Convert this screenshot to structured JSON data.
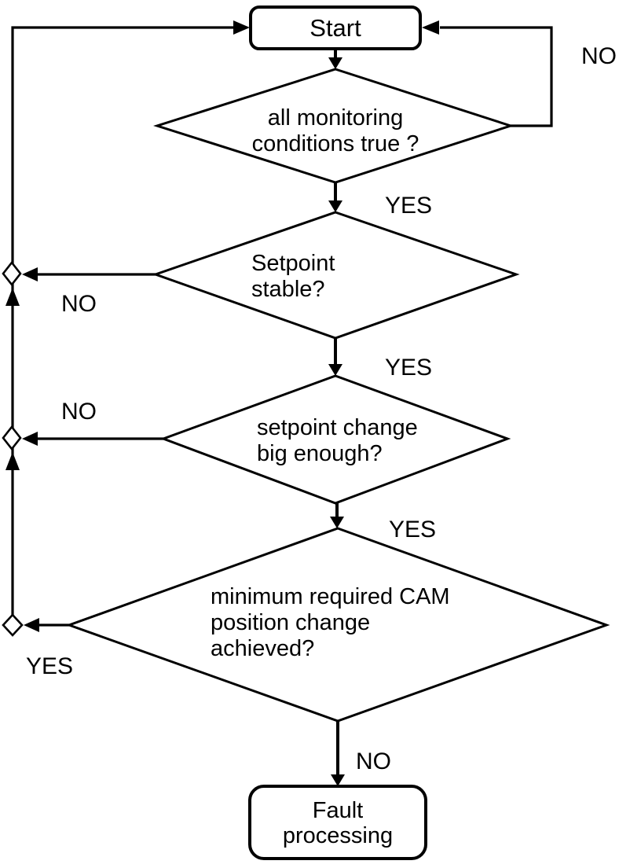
{
  "diagram": {
    "nodes": {
      "start": {
        "label": "Start"
      },
      "monitoring": {
        "line1": "all monitoring",
        "line2": "conditions true ?"
      },
      "setpoint_stable": {
        "line1": "Setpoint",
        "line2": "stable?"
      },
      "setpoint_change": {
        "line1": "setpoint change",
        "line2": "big enough?"
      },
      "cam_position": {
        "line1": "minimum required CAM",
        "line2": "position change",
        "line3": "achieved?"
      },
      "fault": {
        "line1": "Fault",
        "line2": "processing"
      }
    },
    "edge_labels": {
      "monitoring_no": "NO",
      "monitoring_yes": "YES",
      "stable_no": "NO",
      "stable_yes": "YES",
      "change_no": "NO",
      "change_yes": "YES",
      "cam_yes": "YES",
      "cam_no": "NO"
    },
    "colors": {
      "line": "#000000",
      "shape_fill": "#ffffff",
      "text": "#000000",
      "background": "#ffffff"
    }
  }
}
